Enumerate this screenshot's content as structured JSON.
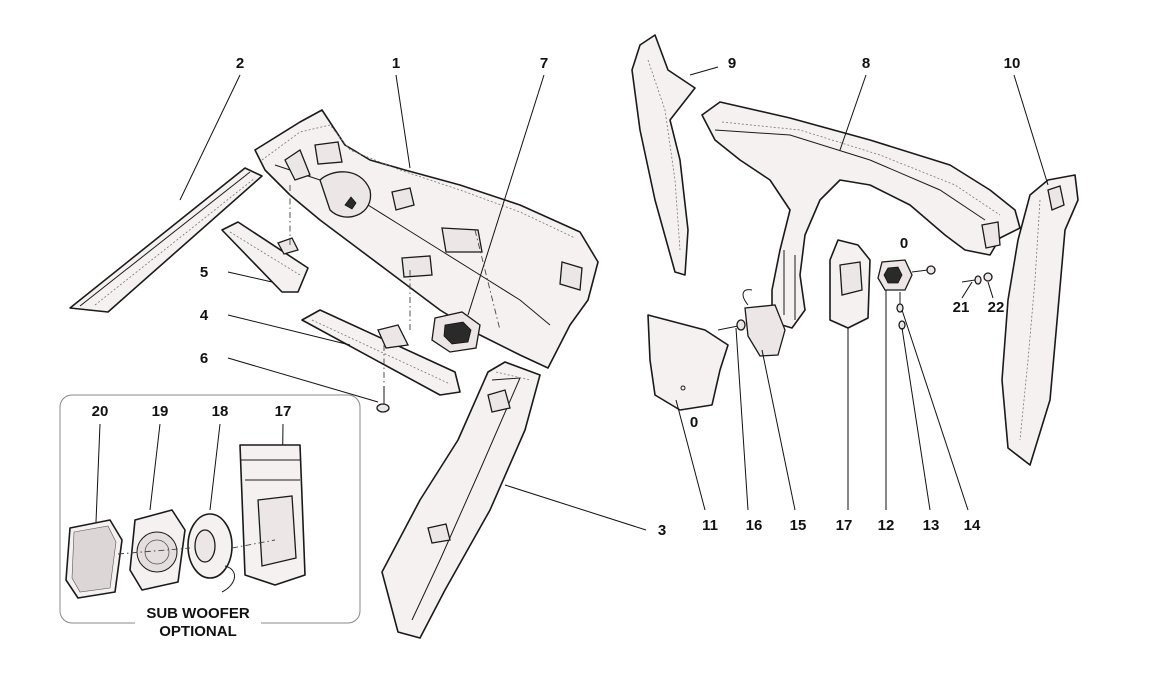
{
  "callouts": {
    "c1": "1",
    "c2": "2",
    "c3": "3",
    "c4": "4",
    "c5": "5",
    "c6": "6",
    "c7": "7",
    "c8": "8",
    "c9": "9",
    "c10": "10",
    "c11": "11",
    "c12": "12",
    "c13": "13",
    "c14": "14",
    "c15": "15",
    "c16": "16",
    "c17": "17",
    "c21": "21",
    "c22": "22",
    "c0a": "0",
    "c0b": "0",
    "i20": "20",
    "i19": "19",
    "i18": "18",
    "i17": "17"
  },
  "inset": {
    "caption_line1": "SUB WOOFER",
    "caption_line2": "OPTIONAL"
  },
  "colors": {
    "line": "#1a1a1a",
    "part_fill": "#f6f1f1",
    "background": "#ffffff"
  }
}
